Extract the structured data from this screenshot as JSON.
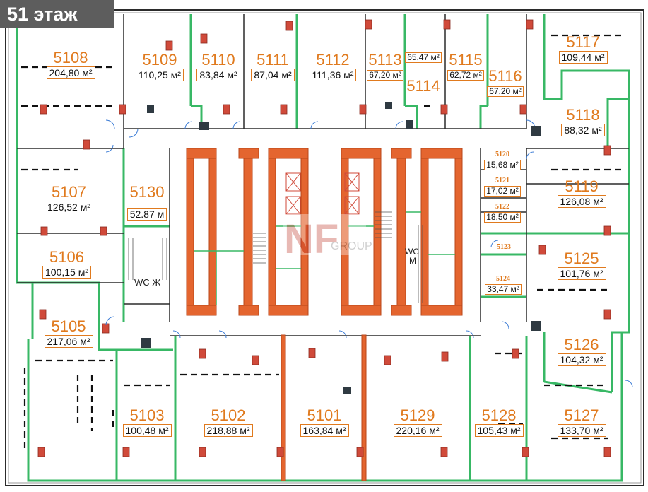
{
  "floor_label": "51 этаж",
  "units": [
    {
      "id": "5108",
      "number": "5108",
      "area": "204,80 м²"
    },
    {
      "id": "5109",
      "number": "5109",
      "area": "110,25 м²"
    },
    {
      "id": "5110",
      "number": "5110",
      "area": "83,84 м²"
    },
    {
      "id": "5111",
      "number": "5111",
      "area": "87,04 м²"
    },
    {
      "id": "5112",
      "number": "5112",
      "area": "111,36 м²"
    },
    {
      "id": "5113",
      "number": "5113",
      "area": "67,20 м²"
    },
    {
      "id": "5114",
      "number": "5114",
      "area": "65,47 м²"
    },
    {
      "id": "5115",
      "number": "5115",
      "area": "62,72 м²"
    },
    {
      "id": "5116",
      "number": "5116",
      "area": "67,20 м²"
    },
    {
      "id": "5117",
      "number": "5117",
      "area": "109,44 м²"
    },
    {
      "id": "5118",
      "number": "5118",
      "area": "88,32 м²"
    },
    {
      "id": "5120",
      "number": "5120",
      "area": "15,68 м²"
    },
    {
      "id": "5121",
      "number": "5121",
      "area": "17,02 м²"
    },
    {
      "id": "5122",
      "number": "5122",
      "area": "18,50 м²"
    },
    {
      "id": "5119",
      "number": "5119",
      "area": "126,08 м²"
    },
    {
      "id": "5107",
      "number": "5107",
      "area": "126,52 м²"
    },
    {
      "id": "5130",
      "number": "5130",
      "area": "52.87 м"
    },
    {
      "id": "5106",
      "number": "5106",
      "area": "100,15 м²"
    },
    {
      "id": "5123",
      "number": "5123",
      "area": ""
    },
    {
      "id": "5124",
      "number": "5124",
      "area": "33,47 м²"
    },
    {
      "id": "5125",
      "number": "5125",
      "area": "101,76 м²"
    },
    {
      "id": "5105",
      "number": "5105",
      "area": "217,06 м²"
    },
    {
      "id": "5126",
      "number": "5126",
      "area": "104,32 м²"
    },
    {
      "id": "5103",
      "number": "5103",
      "area": "100,48 м²"
    },
    {
      "id": "5102",
      "number": "5102",
      "area": "218,88 м²"
    },
    {
      "id": "5101",
      "number": "5101",
      "area": "163,84 м²"
    },
    {
      "id": "5129",
      "number": "5129",
      "area": "220,16 м²"
    },
    {
      "id": "5128",
      "number": "5128",
      "area": "105,43 м²"
    },
    {
      "id": "5127",
      "number": "5127",
      "area": "133,70 м²"
    }
  ],
  "restrooms": {
    "female": "WC Ж",
    "male_line1": "WC",
    "male_line2": "М"
  },
  "watermark": {
    "brand": "NF",
    "sub": "GROUP"
  },
  "colors": {
    "partition": "#38b865",
    "core_column": "#e4652f",
    "wall": "#2b2b2b",
    "label": "#e07a1e",
    "column": "#d04a3a"
  }
}
